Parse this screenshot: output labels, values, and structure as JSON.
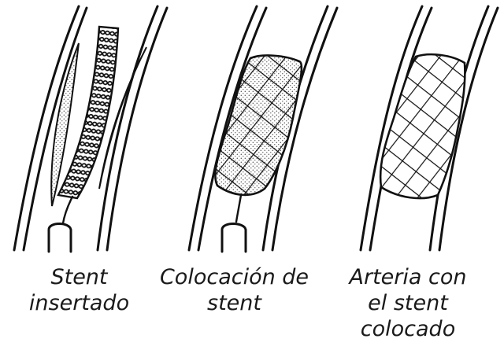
{
  "panels": [
    {
      "caption": "Stent\ninsertado"
    },
    {
      "caption": "Colocación de\nstent"
    },
    {
      "caption": "Arteria con\nel stent\ncolocado"
    }
  ],
  "colors": {
    "ink": "#111111",
    "dots": "#555555",
    "background": "#ffffff"
  }
}
